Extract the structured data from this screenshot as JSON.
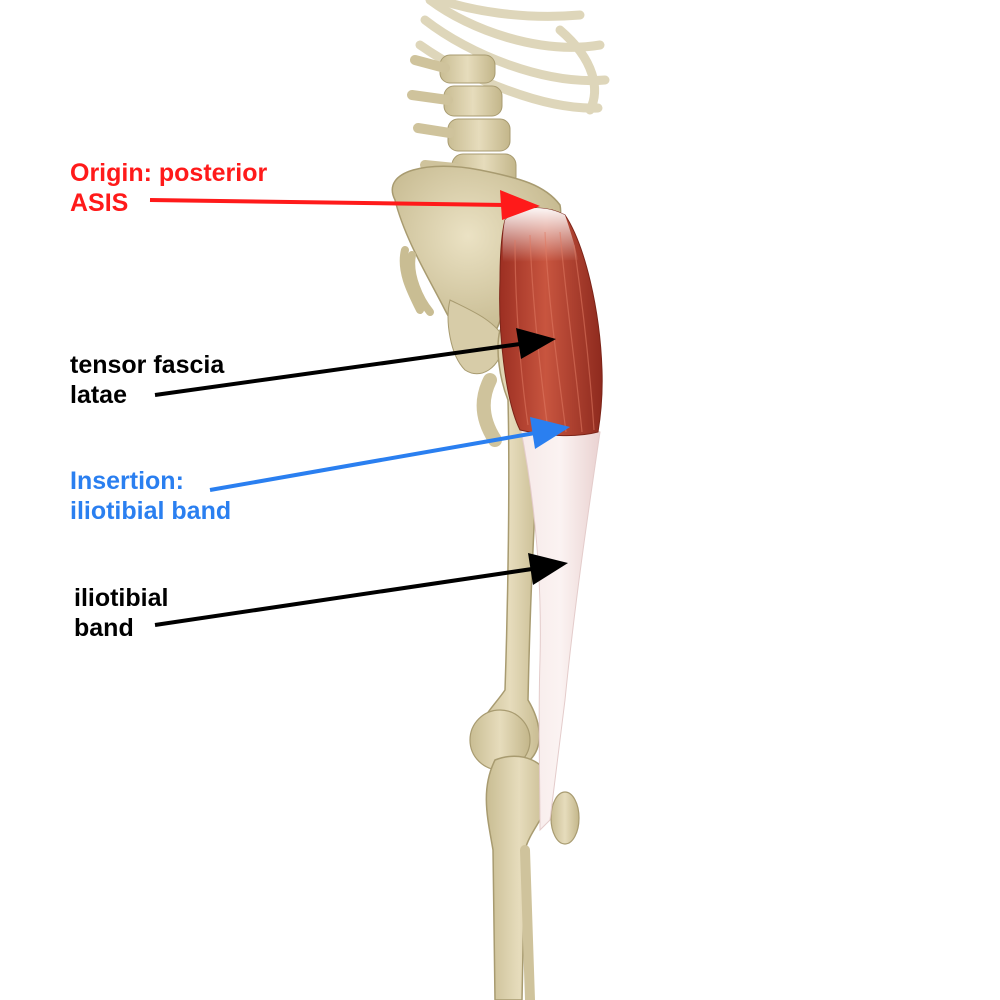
{
  "colors": {
    "origin": "#ff1a1a",
    "insertion": "#2a7ff0",
    "muscle_label": "#000000",
    "band_label": "#000000",
    "bone": "#ddd3b0",
    "bone_shade": "#b9ad85",
    "muscle": "#b0412f",
    "muscle_light": "#d86a55",
    "tendon": "#f3dede"
  },
  "labels": {
    "origin": {
      "line1": "Origin: posterior",
      "line2": "ASIS"
    },
    "tensor_fascia_latae": {
      "line1": "tensor fascia",
      "line2": "latae"
    },
    "insertion": {
      "line1": "Insertion:",
      "line2": "iliotibial band"
    },
    "iliotibial_band": {
      "line1": "iliotibial",
      "line2": "band"
    }
  }
}
